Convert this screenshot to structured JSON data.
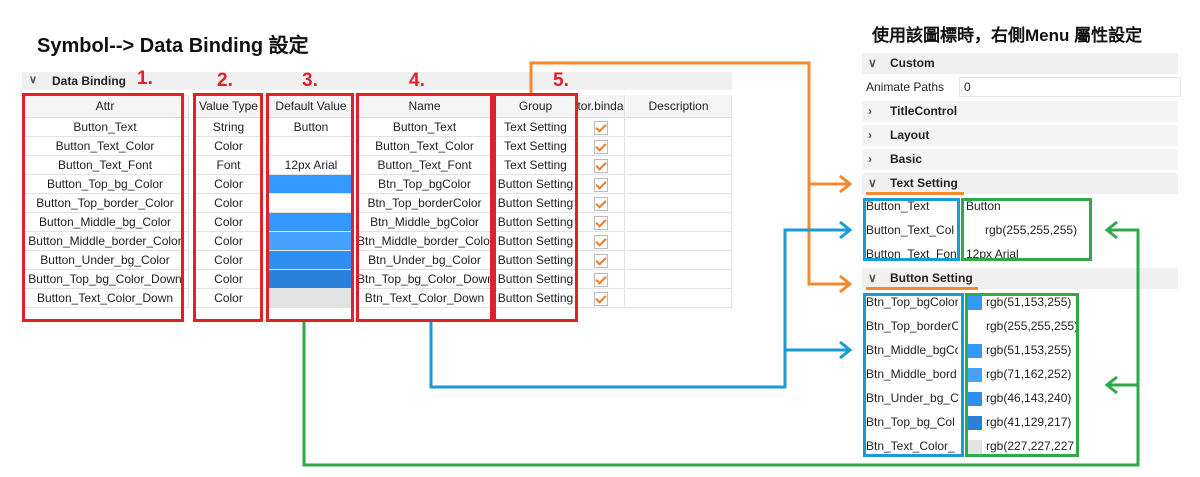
{
  "left_title": "Symbol--> Data Binding 設定",
  "right_title": "使用該圖標時，右側Menu 屬性設定",
  "section": {
    "label": "Data Binding"
  },
  "markers": [
    "1.",
    "2.",
    "3.",
    "4.",
    "5."
  ],
  "table": {
    "headers": {
      "attr": "Attr",
      "value_type": "Value Type",
      "default_value": "Default Value",
      "name": "Name",
      "group": "Group",
      "editor": "tor.binda",
      "description": "Description"
    },
    "rows": [
      {
        "attr": "Button_Text",
        "type": "String",
        "default": "Button",
        "name": "Button_Text",
        "group": "Text Setting",
        "swatch": null
      },
      {
        "attr": "Button_Text_Color",
        "type": "Color",
        "default": "",
        "name": "Button_Text_Color",
        "group": "Text Setting",
        "swatch": null
      },
      {
        "attr": "Button_Text_Font",
        "type": "Font",
        "default": "12px Arial",
        "name": "Button_Text_Font",
        "group": "Text Setting",
        "swatch": null
      },
      {
        "attr": "Button_Top_bg_Color",
        "type": "Color",
        "default": "",
        "name": "Btn_Top_bgColor",
        "group": "Button Setting",
        "swatch": "#3399ff"
      },
      {
        "attr": "Button_Top_border_Color",
        "type": "Color",
        "default": "",
        "name": "Btn_Top_borderColor",
        "group": "Button Setting",
        "swatch": "#ffffff"
      },
      {
        "attr": "Button_Middle_bg_Color",
        "type": "Color",
        "default": "",
        "name": "Btn_Middle_bgColor",
        "group": "Button Setting",
        "swatch": "#3399ff"
      },
      {
        "attr": "Button_Middle_border_Color",
        "type": "Color",
        "default": "",
        "name": "Btn_Middle_border_Color",
        "group": "Button Setting",
        "swatch": "#47a2fc"
      },
      {
        "attr": "Button_Under_bg_Color",
        "type": "Color",
        "default": "",
        "name": "Btn_Under_bg_Color",
        "group": "Button Setting",
        "swatch": "#2e8ff0"
      },
      {
        "attr": "Button_Top_bg_Color_Down",
        "type": "Color",
        "default": "",
        "name": "Btn_Top_bg_Color_Down",
        "group": "Button Setting",
        "swatch": "#2981d9"
      },
      {
        "attr": "Button_Text_Color_Down",
        "type": "Color",
        "default": "",
        "name": "Btn_Text_Color_Down",
        "group": "Button Setting",
        "swatch": "#e3e3e3"
      }
    ]
  },
  "panel": {
    "custom": "Custom",
    "animate_label": "Animate Paths",
    "animate_value": "0",
    "groups": [
      "TitleControl",
      "Layout",
      "Basic"
    ],
    "text_setting": "Text Setting",
    "text_props": [
      {
        "label": "Button_Text",
        "value": "Button"
      },
      {
        "label": "Button_Text_Col",
        "value": "rgb(255,255,255)"
      },
      {
        "label": "Button_Text_Fon",
        "value": "12px Arial"
      }
    ],
    "button_setting": "Button Setting",
    "button_props": [
      {
        "label": "Btn_Top_bgColor",
        "value": "rgb(51,153,255)",
        "color": "#3399ff"
      },
      {
        "label": "Btn_Top_borderC",
        "value": "rgb(255,255,255)",
        "color": "#ffffff"
      },
      {
        "label": "Btn_Middle_bgCo",
        "value": "rgb(51,153,255)",
        "color": "#3399ff"
      },
      {
        "label": "Btn_Middle_bord",
        "value": "rgb(71,162,252)",
        "color": "#47a2fc"
      },
      {
        "label": "Btn_Under_bg_C",
        "value": "rgb(46,143,240)",
        "color": "#2e8ff0"
      },
      {
        "label": "Btn_Top_bg_Col",
        "value": "rgb(41,129,217)",
        "color": "#2981d9"
      },
      {
        "label": "Btn_Text_Color_",
        "value": "rgb(227,227,227",
        "color": "#e3e3e3"
      }
    ]
  },
  "colors": {
    "red": "#e0202a",
    "orange": "#f28a30",
    "blue": "#1a9ad6",
    "green": "#2faa4a"
  }
}
